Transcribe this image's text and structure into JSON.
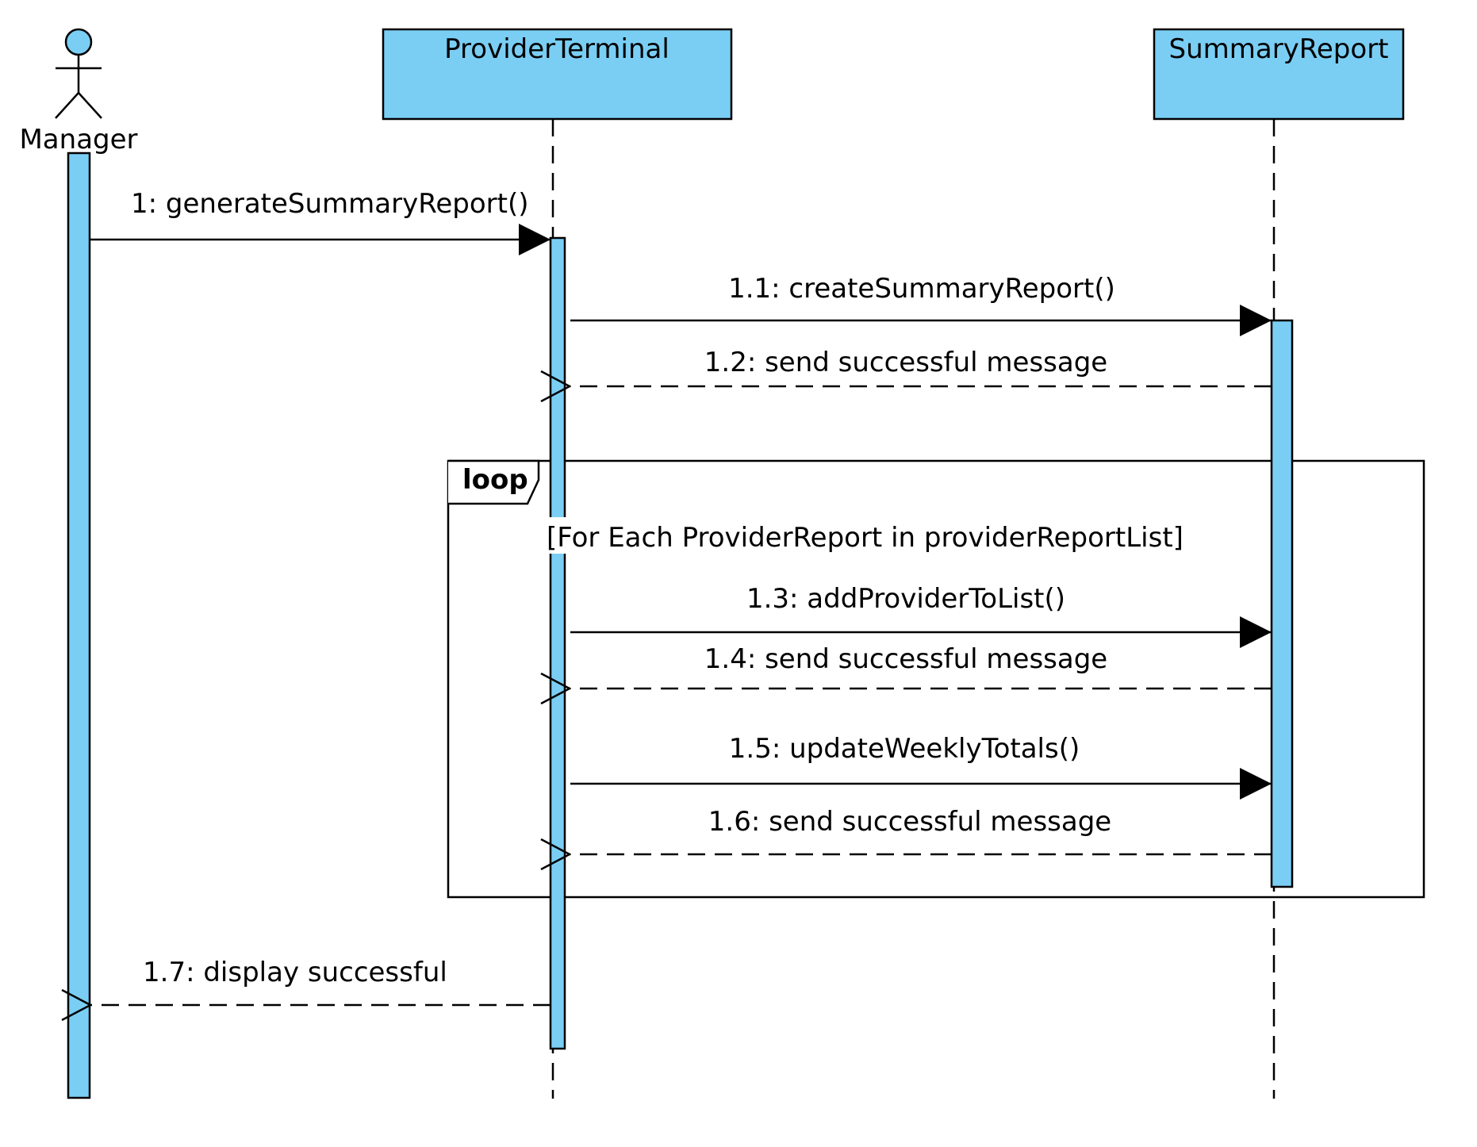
{
  "colors": {
    "fill": "#7ACEF4",
    "stroke": "#000000",
    "background": "#FFFFFF"
  },
  "lifelines": {
    "manager": {
      "label": "Manager",
      "kind": "actor"
    },
    "provider_terminal": {
      "label": "ProviderTerminal",
      "kind": "object"
    },
    "summary_report": {
      "label": "SummaryReport",
      "kind": "object"
    }
  },
  "messages": [
    {
      "id": "m1",
      "label": "1: generateSummaryReport()",
      "from": "manager",
      "to": "provider_terminal",
      "style": "sync"
    },
    {
      "id": "m11",
      "label": "1.1: createSummaryReport()",
      "from": "provider_terminal",
      "to": "summary_report",
      "style": "sync"
    },
    {
      "id": "m12",
      "label": "1.2: send successful message",
      "from": "summary_report",
      "to": "provider_terminal",
      "style": "return"
    },
    {
      "id": "m13",
      "label": "1.3: addProviderToList()",
      "from": "provider_terminal",
      "to": "summary_report",
      "style": "sync"
    },
    {
      "id": "m14",
      "label": "1.4: send successful message",
      "from": "summary_report",
      "to": "provider_terminal",
      "style": "return"
    },
    {
      "id": "m15",
      "label": "1.5: updateWeeklyTotals()",
      "from": "provider_terminal",
      "to": "summary_report",
      "style": "sync"
    },
    {
      "id": "m16",
      "label": "1.6: send successful message",
      "from": "summary_report",
      "to": "provider_terminal",
      "style": "return"
    },
    {
      "id": "m17",
      "label": "1.7: display successful",
      "from": "provider_terminal",
      "to": "manager",
      "style": "return"
    }
  ],
  "fragment": {
    "operator": "loop",
    "guard": "[For Each ProviderReport in providerReportList]"
  }
}
